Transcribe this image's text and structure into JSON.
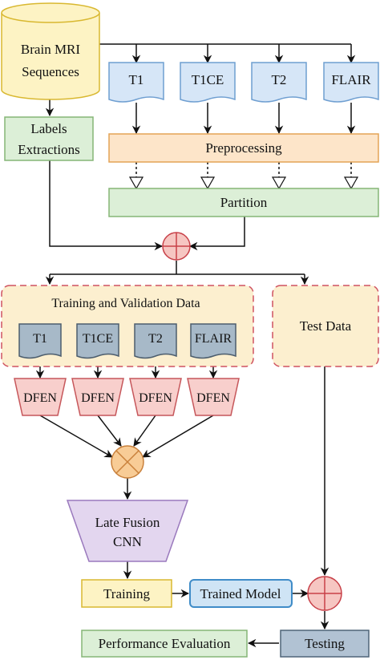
{
  "diagram": {
    "source": {
      "line1": "Brain MRI",
      "line2": "Sequences"
    },
    "labels_box": {
      "line1": "Labels",
      "line2": "Extractions"
    },
    "sequences": [
      "T1",
      "T1CE",
      "T2",
      "FLAIR"
    ],
    "preprocessing": "Preprocessing",
    "partition": "Partition",
    "train_val_title": "Training and Validation Data",
    "test_data": "Test Data",
    "dfen": [
      "DFEN",
      "DFEN",
      "DFEN",
      "DFEN"
    ],
    "late_fusion": {
      "line1": "Late Fusion",
      "line2": "CNN"
    },
    "training": "Training",
    "trained_model": "Trained Model",
    "testing": "Testing",
    "performance": "Performance Evaluation",
    "colors": {
      "cylinder": "#fdf3c4",
      "cylinder_stroke": "#d9b830",
      "green_fill": "#dcefd7",
      "green_stroke": "#85b577",
      "blue_doc": "#d6e6f7",
      "blue_doc_stroke": "#6f9fd1",
      "orange_fill": "#fde5c9",
      "orange_stroke": "#e3a456",
      "group_fill": "#fcefcf",
      "group_stroke": "#cf5260",
      "gray_doc": "#a7b9c8",
      "gray_doc_stroke": "#4c5d6d",
      "dfen_fill": "#f8cfcc",
      "dfen_stroke": "#c6575b",
      "sum_fill": "#f6c6c2",
      "sum_stroke": "#c84048",
      "mult_fill": "#f8cc96",
      "mult_stroke": "#c9803b",
      "purple_fill": "#e3d6ef",
      "purple_stroke": "#9a79bd",
      "yellow_fill": "#fdf3c4",
      "yellow_stroke": "#d9b830",
      "trained_fill": "#cfe4f5",
      "trained_stroke": "#3f8cc8",
      "testing_fill": "#b1c2d3",
      "testing_stroke": "#4f6478"
    }
  }
}
